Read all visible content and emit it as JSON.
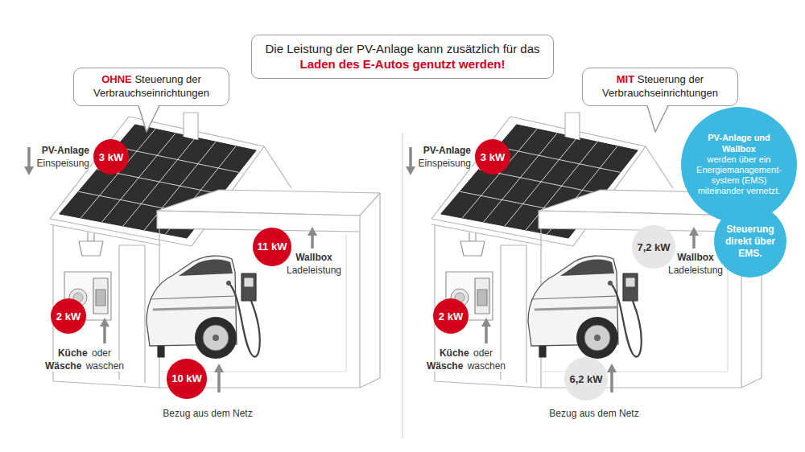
{
  "diagram": {
    "nodes": [
      {
        "text": [
          "Die Leistung der PV-Anlage kann zusätzlich für das",
          "Laden des E-Autos genutzt werden!"
        ]
      },
      {
        "text": [
          "OHNE",
          "Steuerung der Verbrauchseinrichtungen"
        ]
      },
      {
        "text": [
          "3 kW"
        ]
      },
      {
        "text": [
          "11 kW"
        ]
      },
      {
        "text": [
          "2 kW"
        ]
      },
      {
        "text": [
          "10 kW"
        ]
      },
      {
        "text": [
          "MIT",
          "Steuerung der Verbrauchseinrichtungen"
        ]
      },
      {
        "text": [
          "3 kW"
        ]
      },
      {
        "text": [
          "PV-Anlage und Wallbox",
          "werden über ein Energiemanagement-system (EMS) miteinander vernetzt."
        ]
      },
      {
        "text": [
          "Steuerung direkt über EMS."
        ]
      },
      {
        "text": [
          "7,2 kW"
        ]
      },
      {
        "text": [
          "2 kW"
        ]
      },
      {
        "text": [
          "6,2 kW"
        ]
      }
    ],
    "labels": [
      "PV-Anlage",
      "Einspeisung",
      "Wallbox",
      "Ladeleistung",
      "Küche",
      "oder",
      "Wäsche",
      "waschen",
      "Bezug aus dem Netz",
      "PV-Anlage",
      "Einspeisung",
      "Wallbox",
      "Ladeleistung",
      "Küche",
      "oder",
      "Wäsche",
      "waschen",
      "Bezug aus dem Netz"
    ]
  }
}
